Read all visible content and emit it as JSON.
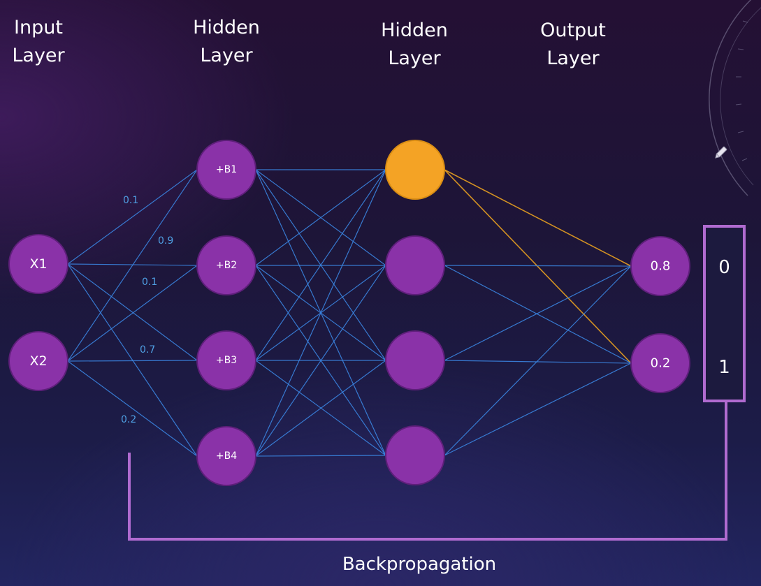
{
  "layers": {
    "input": "Input\nLayer",
    "hidden1": "Hidden\nLayer",
    "hidden2": "Hidden\nLayer",
    "output": "Output\nLayer"
  },
  "nodes": {
    "input": [
      "X1",
      "X2"
    ],
    "hidden1": [
      "+B1",
      "+B2",
      "+B3",
      "+B4"
    ],
    "hidden2": [
      "",
      "",
      "",
      ""
    ],
    "output": [
      "0.8",
      "0.2"
    ]
  },
  "active_node": {
    "layer": "hidden2",
    "index": 0
  },
  "weights": [
    "0.1",
    "0.9",
    "0.1",
    "0.7",
    "0.2"
  ],
  "targets": [
    "0",
    "1"
  ],
  "backprop_label": "Backpropagation",
  "colors": {
    "node": "#8a32a8",
    "active_node": "#f4a325",
    "edge": "#3a84e0",
    "highlight_edge": "#e8a020",
    "weight_text": "#4f9fe3",
    "backprop_line": "#b06bd0"
  },
  "icons": [
    "pencil-icon",
    "protractor-icon"
  ]
}
